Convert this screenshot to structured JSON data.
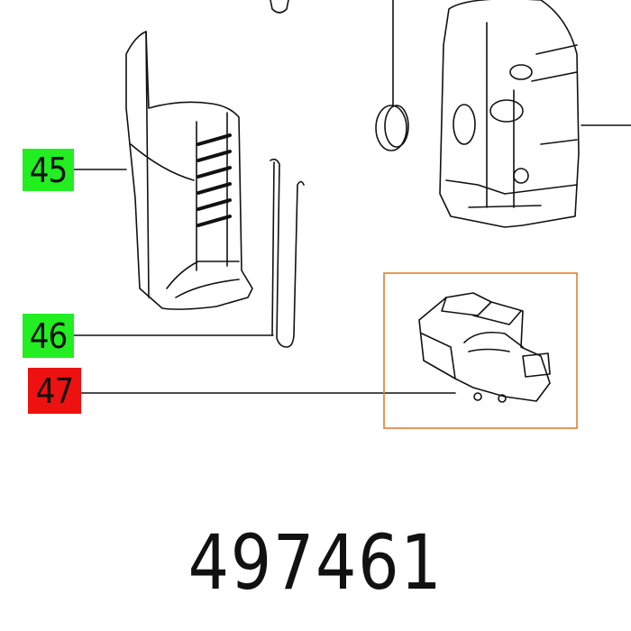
{
  "diagram": {
    "part_number": "497461",
    "callouts": [
      {
        "label": "45",
        "status": "available",
        "color": "#22ee22"
      },
      {
        "label": "46",
        "status": "available",
        "color": "#22ee22"
      },
      {
        "label": "47",
        "status": "highlighted",
        "color": "#ee1111"
      }
    ],
    "highlight_box_color": "#e08030"
  }
}
